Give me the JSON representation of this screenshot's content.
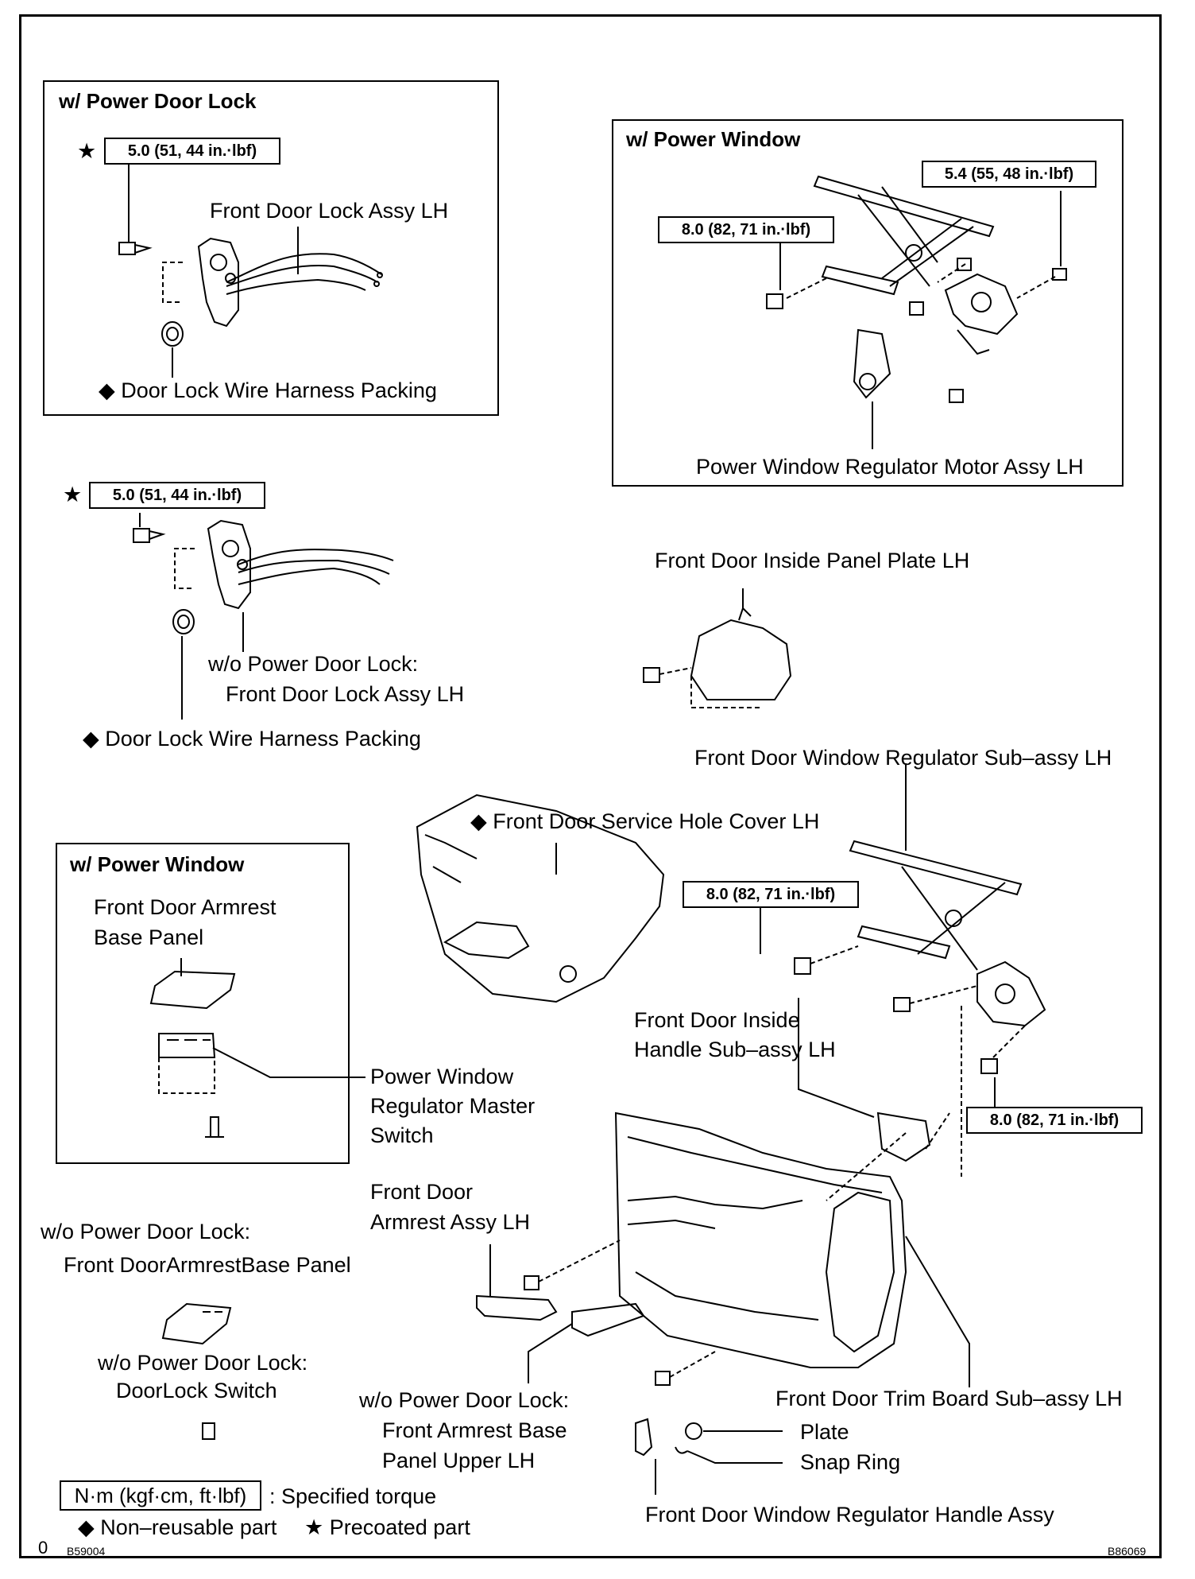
{
  "box_power_door_lock": {
    "title": "w/ Power Door Lock",
    "torque": "5.0 (51, 44 in.·lbf)",
    "star": "★",
    "lock_assy": "Front Door Lock Assy LH",
    "packing": "◆ Door Lock Wire Harness Packing"
  },
  "box_power_window_top": {
    "title": "w/ Power Window",
    "torque_a": "5.4 (55, 48 in.·lbf)",
    "torque_b": "8.0 (82, 71 in.·lbf)",
    "motor": "Power Window Regulator Motor Assy LH"
  },
  "no_power_lock": {
    "star": "★",
    "torque": "5.0 (51, 44 in.·lbf)",
    "lock_assy_line1": "w/o Power Door Lock:",
    "lock_assy_line2": "Front Door Lock Assy LH",
    "packing": "◆ Door Lock Wire Harness Packing"
  },
  "inside_panel_plate": "Front Door Inside Panel Plate LH",
  "regulator_subassy": "Front Door Window Regulator Sub–assy LH",
  "service_hole_cover": "◆ Front Door Service Hole Cover LH",
  "torque_regulator_1": "8.0 (82, 71 in.·lbf)",
  "torque_regulator_2": "8.0 (82, 71 in.·lbf)",
  "box_power_window_bottom": {
    "title": "w/ Power Window",
    "armrest_line1": "Front Door Armrest",
    "armrest_line2": "Base Panel"
  },
  "master_switch": [
    "Power Window",
    "Regulator Master",
    "Switch"
  ],
  "inside_handle": [
    "Front Door Inside",
    "Handle Sub–assy LH"
  ],
  "armrest_assy": [
    "Front Door",
    "Armrest Assy LH"
  ],
  "no_lock_base_panel": [
    "w/o Power Door Lock:",
    "Front DoorArmrestBase Panel"
  ],
  "no_lock_switch": [
    "w/o Power Door Lock:",
    "DoorLock Switch"
  ],
  "no_lock_upper_panel": [
    "w/o Power Door Lock:",
    "Front Armrest Base",
    "Panel Upper LH"
  ],
  "trim_board": "Front Door Trim Board Sub–assy LH",
  "plate": "Plate",
  "snap_ring": "Snap Ring",
  "handle_assy": "Front Door Window Regulator Handle Assy",
  "legend": {
    "unit_box": "N·m (kgf·cm, ft·lbf)",
    "unit_text": ": Specified torque",
    "nonreusable": "◆   Non–reusable part",
    "precoated": "★   Precoated part"
  },
  "codes": {
    "left_num": "0",
    "left": "B59004",
    "right": "B86069"
  }
}
